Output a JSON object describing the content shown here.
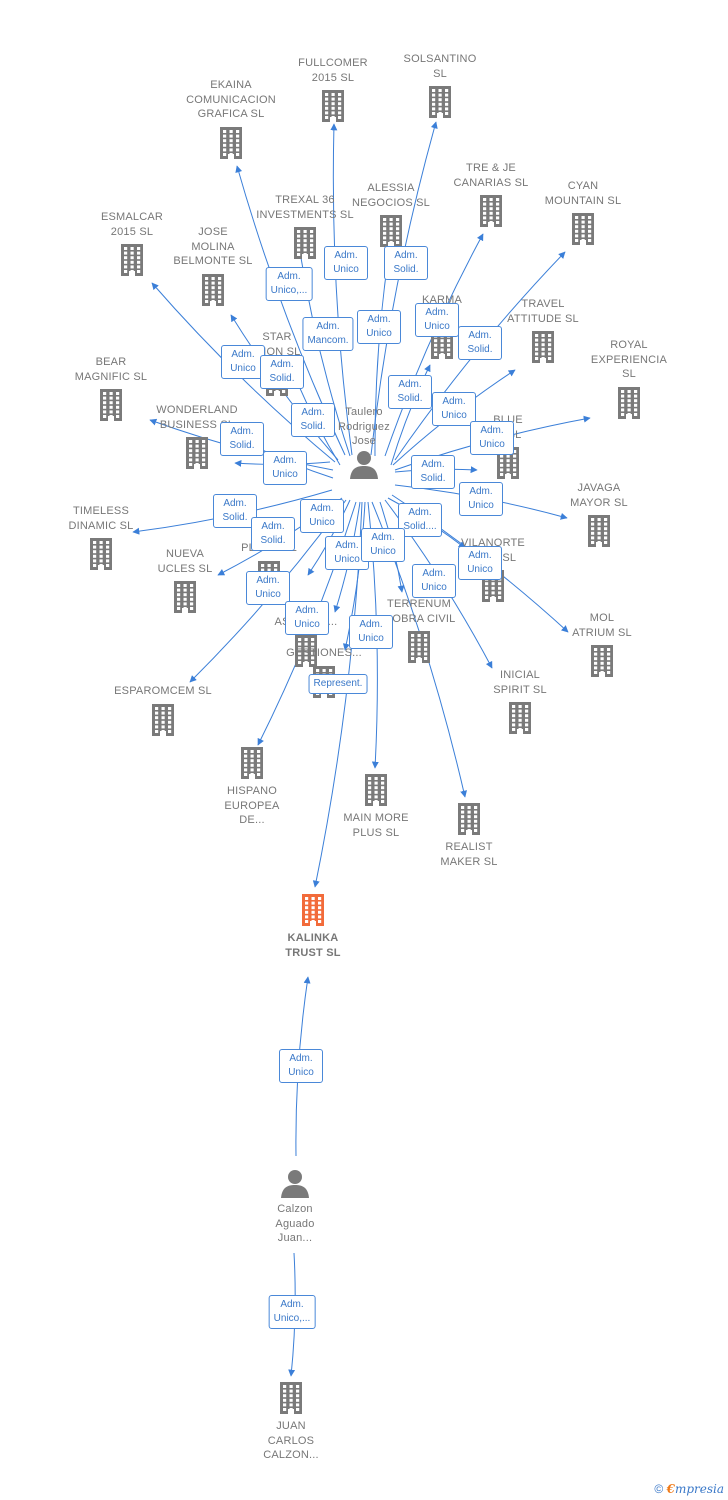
{
  "colors": {
    "edge": "#3b7fd8",
    "building": "#7a7a7a",
    "focus": "#f26b3a",
    "person": "#7a7a7a"
  },
  "nodes": [
    {
      "id": "fullcomer",
      "type": "company",
      "label": "FULLCOMER\n2015  SL"
    },
    {
      "id": "solsantino",
      "type": "company",
      "label": "SOLSANTINO\nSL"
    },
    {
      "id": "ekaina",
      "type": "company",
      "label": "EKAINA\nCOMUNICACION\nGRAFICA  SL"
    },
    {
      "id": "trexal",
      "type": "company",
      "label": "TREXAL 36\nINVESTMENTS SL"
    },
    {
      "id": "alessia",
      "type": "company",
      "label": "ALESSIA\nNEGOCIOS  SL"
    },
    {
      "id": "treje",
      "type": "company",
      "label": "TRE & JE\nCANARIAS  SL"
    },
    {
      "id": "cyan",
      "type": "company",
      "label": "CYAN\nMOUNTAIN  SL"
    },
    {
      "id": "esmalcar",
      "type": "company",
      "label": "ESMALCAR\n2015  SL"
    },
    {
      "id": "jose",
      "type": "company",
      "label": "JOSE\nMOLINA\nBELMONTE  SL"
    },
    {
      "id": "karma",
      "type": "company",
      "label": "KARMA\nSL"
    },
    {
      "id": "travel",
      "type": "company",
      "label": "TRAVEL\nATTITUDE  SL"
    },
    {
      "id": "star",
      "type": "company",
      "label": "STAR\n...ION  SL"
    },
    {
      "id": "royal",
      "type": "company",
      "label": "ROYAL\nEXPERIENCIA\nSL"
    },
    {
      "id": "bear",
      "type": "company",
      "label": "BEAR\nMAGNIFIC  SL"
    },
    {
      "id": "wonderland",
      "type": "company",
      "label": "WONDERLAND\nBUSINESS  SL"
    },
    {
      "id": "blue",
      "type": "company",
      "label": "BLUE\n...  SL"
    },
    {
      "id": "javaga",
      "type": "company",
      "label": "JAVAGA\nMAYOR  SL"
    },
    {
      "id": "timeless",
      "type": "company",
      "label": "TIMELESS\nDINAMIC  SL"
    },
    {
      "id": "nueva",
      "type": "company",
      "label": "NUEVA\nUCLES  SL"
    },
    {
      "id": "plas",
      "type": "company",
      "label": "PLAS...  SL"
    },
    {
      "id": "vilanorte",
      "type": "company",
      "label": "VILANORTE\nP...AL  SL"
    },
    {
      "id": "asesoramiento",
      "type": "company",
      "label": "AS...MIEN..."
    },
    {
      "id": "terrenum",
      "type": "company",
      "label": "TERRENUM\n...OBRA CIVIL"
    },
    {
      "id": "mol",
      "type": "company",
      "label": "MOL\nATRIUM  SL"
    },
    {
      "id": "gestiones",
      "type": "company",
      "label": "GESTIONES..."
    },
    {
      "id": "inicial",
      "type": "company",
      "label": "INICIAL\nSPIRIT  SL"
    },
    {
      "id": "esparomcem",
      "type": "company",
      "label": "ESPAROMCEM SL"
    },
    {
      "id": "hispano",
      "type": "company",
      "label": "HISPANO\nEUROPEA\nDE..."
    },
    {
      "id": "mainmore",
      "type": "company",
      "label": "MAIN MORE\nPLUS  SL"
    },
    {
      "id": "realist",
      "type": "company",
      "label": "REALIST\nMAKER  SL"
    },
    {
      "id": "kalinka",
      "type": "focus",
      "label": "KALINKA\nTRUST  SL"
    },
    {
      "id": "juancarlos",
      "type": "company",
      "label": "JUAN\nCARLOS\nCALZON..."
    },
    {
      "id": "taulero",
      "type": "person",
      "label": "Taulero\nRodriguez\nJose"
    },
    {
      "id": "calzon",
      "type": "person",
      "label": "Calzon\nAguado\nJuan..."
    }
  ],
  "badges": [
    {
      "id": "b1",
      "label": "Adm.\nUnico"
    },
    {
      "id": "b2",
      "label": "Adm.\nSolid."
    },
    {
      "id": "b3",
      "label": "Adm.\nUnico,..."
    },
    {
      "id": "b4",
      "label": "Adm.\nMancom."
    },
    {
      "id": "b5",
      "label": "Adm.\nUnico"
    },
    {
      "id": "b6",
      "label": "Adm.\nUnico"
    },
    {
      "id": "b7",
      "label": "Adm.\nSolid."
    },
    {
      "id": "b8",
      "label": "Adm.\nUnico"
    },
    {
      "id": "b9",
      "label": "Adm.\nSolid."
    },
    {
      "id": "b10",
      "label": "Adm.\nSolid."
    },
    {
      "id": "b11",
      "label": "Adm.\nSolid."
    },
    {
      "id": "b12",
      "label": "Adm.\nUnico"
    },
    {
      "id": "b13",
      "label": "Adm.\nSolid."
    },
    {
      "id": "b14",
      "label": "Adm.\nUnico"
    },
    {
      "id": "b15",
      "label": "Adm.\nUnico"
    },
    {
      "id": "b16",
      "label": "Adm.\nSolid."
    },
    {
      "id": "b17",
      "label": "Adm.\nUnico"
    },
    {
      "id": "b18",
      "label": "Adm.\nSolid."
    },
    {
      "id": "b19",
      "label": "Adm.\nSolid."
    },
    {
      "id": "b20",
      "label": "Adm.\nUnico"
    },
    {
      "id": "b21",
      "label": "Adm.\nSolid...."
    },
    {
      "id": "b22",
      "label": "Adm.\nUnico"
    },
    {
      "id": "b23",
      "label": "Adm.\nUnico"
    },
    {
      "id": "b24",
      "label": "Adm.\nUnico"
    },
    {
      "id": "b25",
      "label": "Adm.\nUnico"
    },
    {
      "id": "b26",
      "label": "Adm.\nUnico"
    },
    {
      "id": "b27",
      "label": "Adm.\nUnico"
    },
    {
      "id": "b28",
      "label": "Adm.\nUnico"
    },
    {
      "id": "b29",
      "label": "Represent."
    },
    {
      "id": "b30",
      "label": "Adm.\nUnico"
    },
    {
      "id": "b31",
      "label": "Adm.\nUnico,..."
    }
  ],
  "footer": {
    "copyright": "©",
    "brand_initial": "€",
    "brand_rest": "mpresia"
  }
}
